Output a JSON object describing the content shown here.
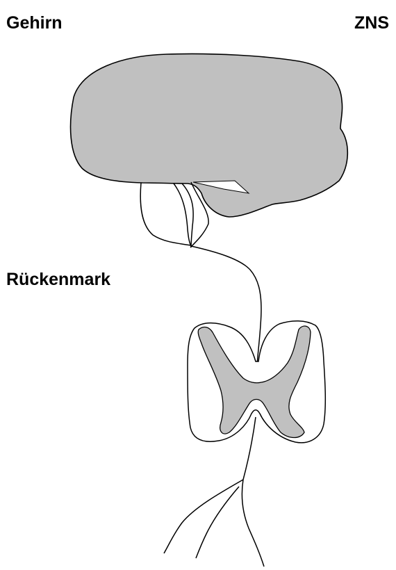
{
  "labels": {
    "brain": "Gehirn",
    "cns": "ZNS",
    "spinal_cord": "Rückenmark"
  },
  "colors": {
    "tissue_fill": "#c0c0c0",
    "outline": "#000000",
    "background": "#ffffff"
  }
}
